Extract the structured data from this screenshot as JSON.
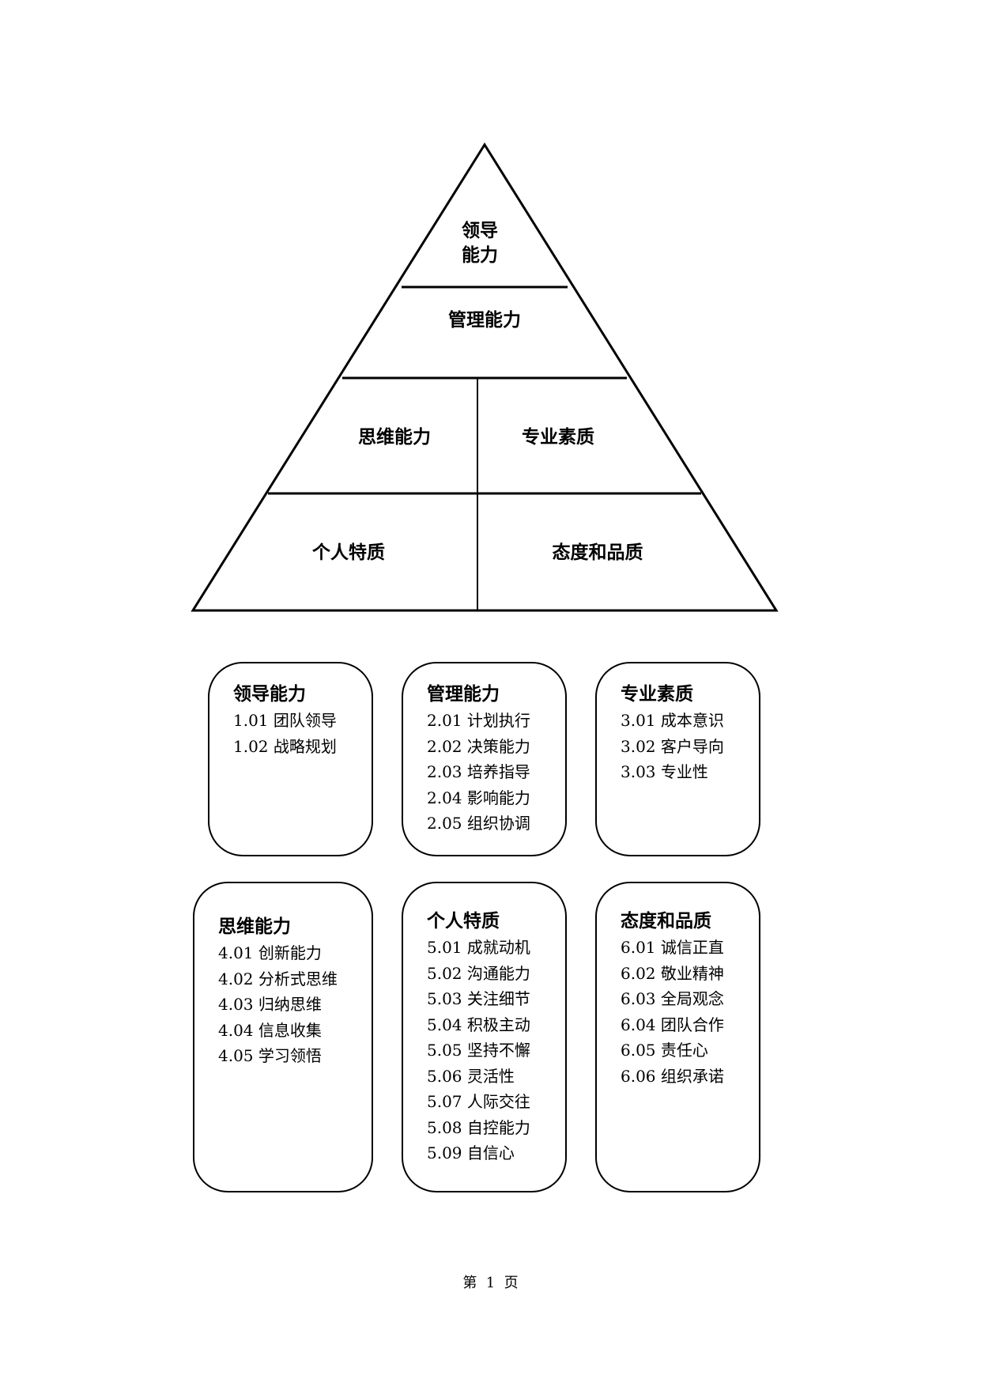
{
  "pyramid": {
    "tier1_line1": "领导",
    "tier1_line2": "能力",
    "tier2": "管理能力",
    "tier3_left": "思维能力",
    "tier3_right": "专业素质",
    "tier4_left": "个人特质",
    "tier4_right": "态度和品质"
  },
  "boxes": [
    {
      "title": "领导能力",
      "items": [
        "1.01 团队领导",
        "1.02 战略规划"
      ]
    },
    {
      "title": "管理能力",
      "items": [
        "2.01 计划执行",
        "2.02 决策能力",
        "2.03 培养指导",
        "2.04  影响能力",
        "2.05 组织协调"
      ]
    },
    {
      "title": "专业素质",
      "items": [
        "3.01 成本意识",
        "3.02 客户导向",
        "3.03 专业性"
      ]
    },
    {
      "title": "思维能力",
      "items": [
        "4.01 创新能力",
        "4.02 分析式思维",
        "4.03 归纳思维",
        "4.04 信息收集",
        "4.05 学习领悟"
      ]
    },
    {
      "title": "个人特质",
      "items": [
        "5.01 成就动机",
        "5.02 沟通能力",
        "5.03 关注细节",
        "5.04 积极主动",
        "5.05 坚持不懈",
        "5.06 灵活性",
        "5.07 人际交往",
        "5.08 自控能力",
        "5.09 自信心"
      ]
    },
    {
      "title": "态度和品质",
      "items": [
        "6.01 诚信正直",
        "6.02 敬业精神",
        "6.03 全局观念",
        "6.04 团队合作",
        "6.05 责任心",
        "6.06 组织承诺"
      ]
    }
  ],
  "footer": {
    "page_label": "第  1  页"
  }
}
